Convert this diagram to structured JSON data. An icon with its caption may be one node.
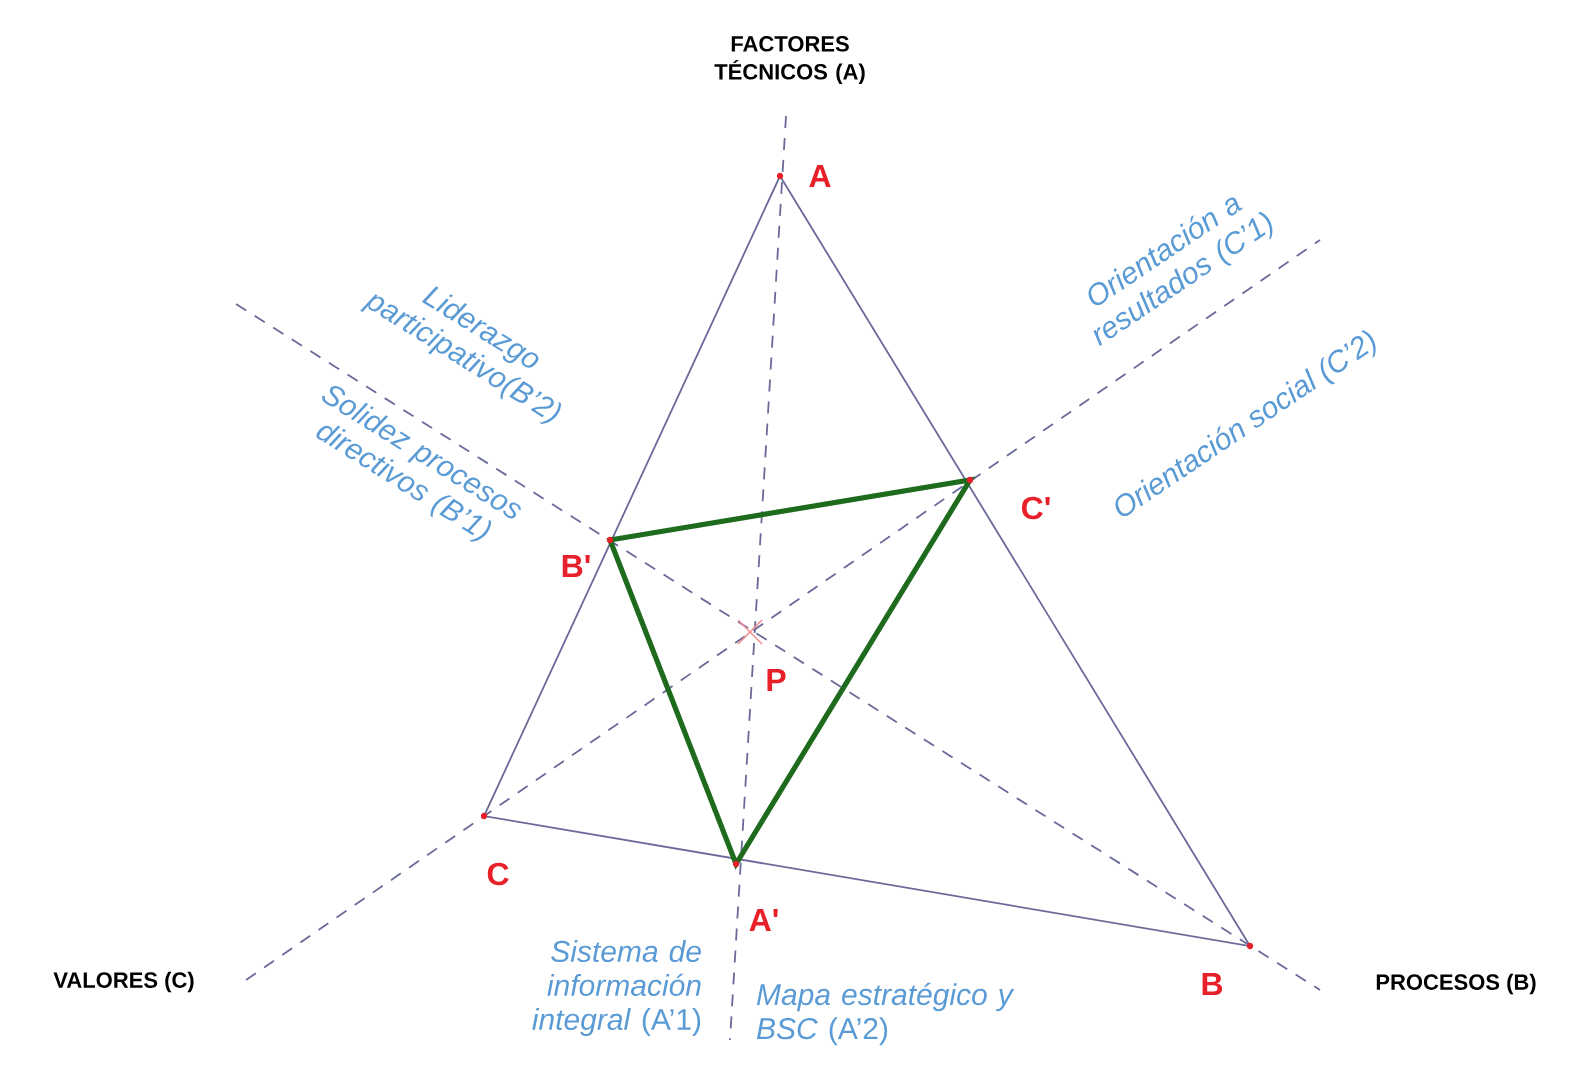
{
  "diagram": {
    "labels": [
      "FACTORES TÉCNICOS (A)",
      "A",
      "Liderazgo participativo(B’2)",
      "Orientación a resultados (C’1)",
      "Solidez procesos directivos (B’1)",
      "Orientación social (C’2)",
      "C'",
      "B'",
      "P",
      "C",
      "A'",
      "*Sistema de información integral* (A’1)",
      "*Mapa estratégico y BSC* (A’2)",
      "VALORES (C)",
      "B",
      "PROCESOS (B)"
    ]
  }
}
